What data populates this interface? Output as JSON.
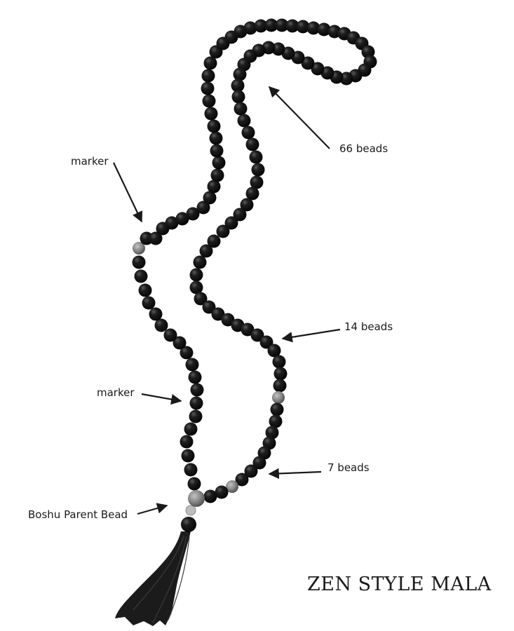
{
  "title": "ZEN STYLE MALA",
  "labels": {
    "main_beads": "66 beads",
    "marker_top": "marker",
    "section_14": "14 beads",
    "marker_mid": "marker",
    "section_7": "7 beads",
    "parent_bead": "Boshu Parent Bead"
  },
  "colors": {
    "bead": "#151515",
    "marker_bead": "#7d7d7d",
    "tassel": "#1b1b1b",
    "arrow": "#1a1a1a"
  }
}
